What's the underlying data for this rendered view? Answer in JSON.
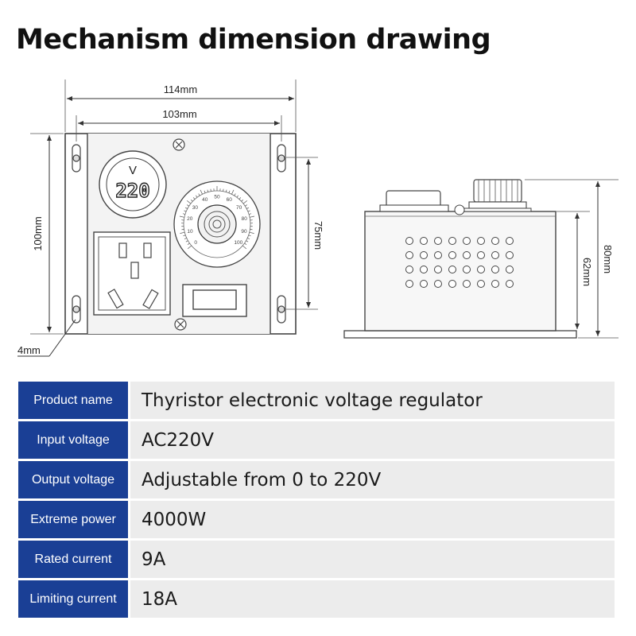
{
  "title": "Mechanism dimension drawing",
  "dimensions": {
    "overall_width": "114mm",
    "inner_width": "103mm",
    "height": "100mm",
    "mount_spacing": "75mm",
    "hole": "4mm",
    "depth_total": "80mm",
    "depth_body": "62mm"
  },
  "display": {
    "unit": "V",
    "reading": "220"
  },
  "dial": {
    "ticks": [
      "0",
      "10",
      "20",
      "30",
      "40",
      "50",
      "60",
      "70",
      "80",
      "90",
      "100"
    ]
  },
  "specs": [
    {
      "label": "Product name",
      "value": "Thyristor electronic voltage regulator"
    },
    {
      "label": "Input voltage",
      "value": "AC220V"
    },
    {
      "label": "Output voltage",
      "value": "Adjustable from 0 to 220V"
    },
    {
      "label": "Extreme power",
      "value": "4000W"
    },
    {
      "label": "Rated current",
      "value": "9A"
    },
    {
      "label": "Limiting current",
      "value": "18A"
    }
  ]
}
